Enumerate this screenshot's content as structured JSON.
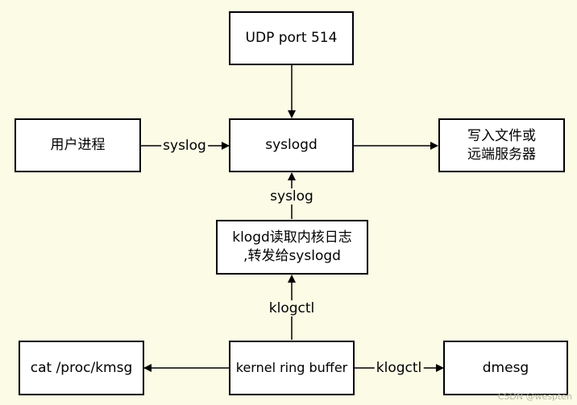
{
  "nodes": {
    "udp_port": "UDP port 514",
    "user_process": "用户进程",
    "syslogd": "syslogd",
    "write_file_line1": "写入文件或",
    "write_file_line2": "远端服务器",
    "klogd_line1": "klogd读取内核日志",
    "klogd_line2": ",转发给syslogd",
    "cat_proc": "cat /proc/kmsg",
    "kernel_buffer": "kernel ring buffer",
    "dmesg": "dmesg"
  },
  "edges": {
    "user_to_syslogd": "syslog",
    "klogd_to_syslogd": "syslog",
    "buffer_to_klogd": "klogctl",
    "buffer_to_dmesg": "klogctl"
  },
  "watermark": "CSDN @wespten",
  "colors": {
    "background": "#fbfbe6",
    "box_fill": "#ffffff",
    "stroke": "#000000"
  }
}
